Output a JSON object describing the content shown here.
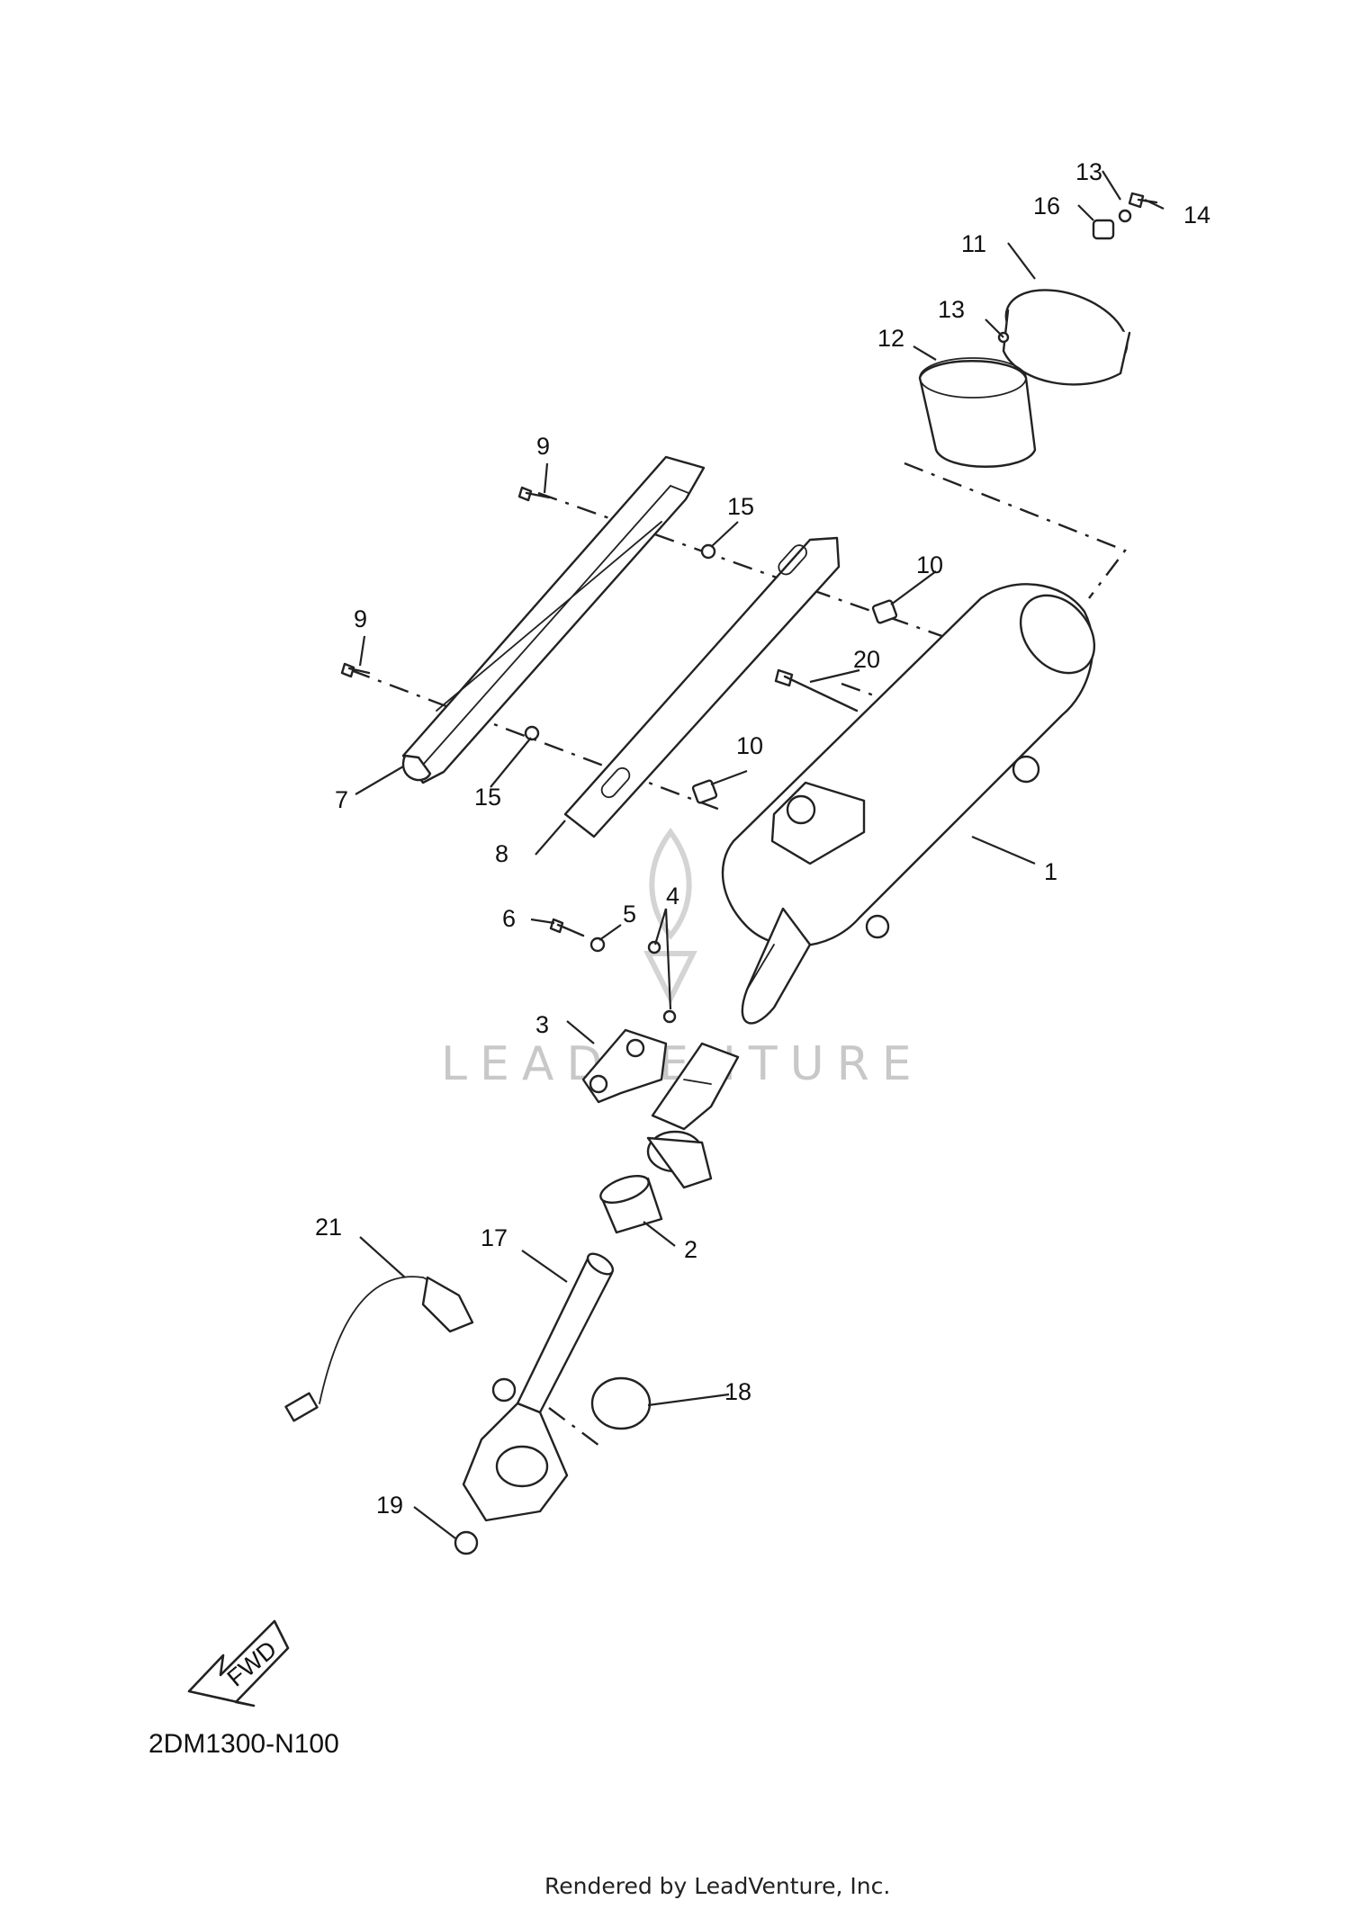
{
  "diagram": {
    "code": "2DM1300-N100",
    "credit": "Rendered by LeadVenture, Inc.",
    "watermark": "LEADVENTURE",
    "fwd_label": "FWD",
    "callouts": [
      {
        "id": "c1",
        "text": "1"
      },
      {
        "id": "c2",
        "text": "2"
      },
      {
        "id": "c3",
        "text": "3"
      },
      {
        "id": "c4",
        "text": "4"
      },
      {
        "id": "c5",
        "text": "5"
      },
      {
        "id": "c6",
        "text": "6"
      },
      {
        "id": "c7",
        "text": "7"
      },
      {
        "id": "c8",
        "text": "8"
      },
      {
        "id": "c9a",
        "text": "9"
      },
      {
        "id": "c9b",
        "text": "9"
      },
      {
        "id": "c10a",
        "text": "10"
      },
      {
        "id": "c10b",
        "text": "10"
      },
      {
        "id": "c11",
        "text": "11"
      },
      {
        "id": "c12",
        "text": "12"
      },
      {
        "id": "c13a",
        "text": "13"
      },
      {
        "id": "c13b",
        "text": "13"
      },
      {
        "id": "c14",
        "text": "14"
      },
      {
        "id": "c15a",
        "text": "15"
      },
      {
        "id": "c15b",
        "text": "15"
      },
      {
        "id": "c16",
        "text": "16"
      },
      {
        "id": "c17",
        "text": "17"
      },
      {
        "id": "c18",
        "text": "18"
      },
      {
        "id": "c19",
        "text": "19"
      },
      {
        "id": "c20",
        "text": "20"
      },
      {
        "id": "c21",
        "text": "21"
      }
    ]
  }
}
